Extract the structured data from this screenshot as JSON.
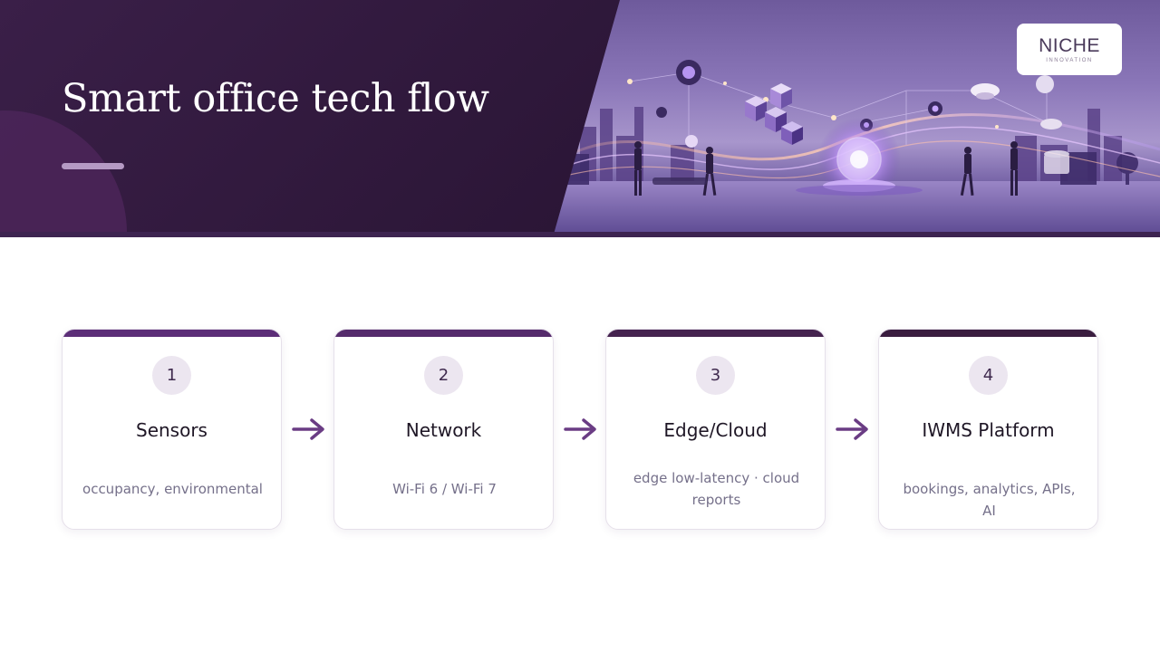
{
  "header": {
    "title": "Smart office tech flow",
    "logo": {
      "name": "NICHE",
      "tagline": "INNOVATION"
    }
  },
  "flow": {
    "steps": [
      {
        "number": "1",
        "title": "Sensors",
        "description": "occupancy, environmental",
        "accent": "#5c2e78"
      },
      {
        "number": "2",
        "title": "Network",
        "description": "Wi-Fi 6 / Wi-Fi 7",
        "accent": "#552b6c"
      },
      {
        "number": "3",
        "title": "Edge/Cloud",
        "description": "edge low-latency · cloud reports",
        "accent": "#45234f"
      },
      {
        "number": "4",
        "title": "IWMS Platform",
        "description": "bookings, analytics, APIs, AI",
        "accent": "#3a1d3f"
      }
    ],
    "arrow_color": "#6a3c84"
  },
  "colors": {
    "header_dark": "#2c1838",
    "accent_purple": "#5c2e78",
    "step_circle_bg": "#ece6f0"
  }
}
